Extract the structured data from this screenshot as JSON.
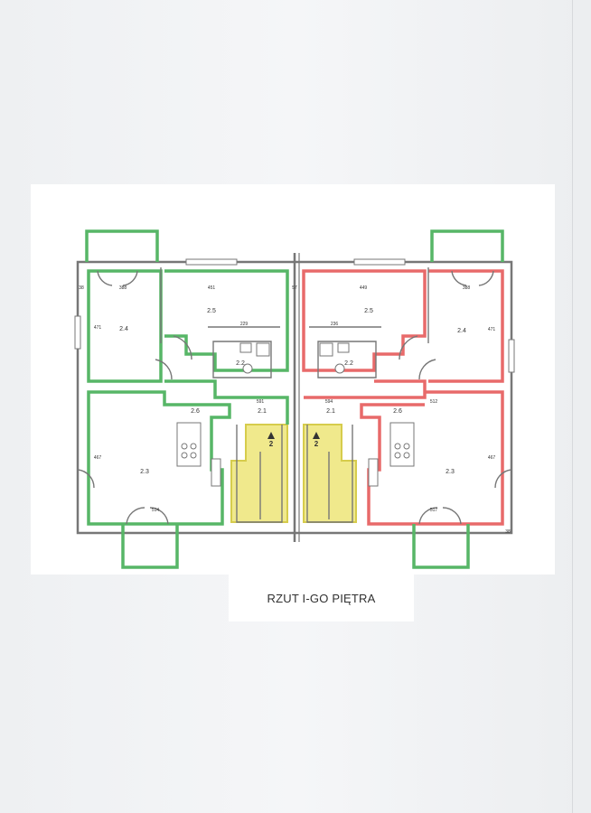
{
  "caption": "RZUT I-GO PIĘTRA",
  "colors": {
    "green": "#57b667",
    "red": "#e86a6a",
    "yellow": "#f0e98c",
    "wall": "#777777"
  },
  "rooms": {
    "left": {
      "r24": "2.4",
      "r25": "2.5",
      "r22": "2.2",
      "r26": "2.6",
      "r21": "2.1",
      "r23": "2.3"
    },
    "right": {
      "r24": "2.4",
      "r25": "2.5",
      "r22": "2.2",
      "r26": "2.6",
      "r21": "2.1",
      "r23": "2.3"
    }
  },
  "stair_label": "2",
  "dimensions": {
    "left_top_a": "388",
    "left_top_b": "451",
    "left_mid": "229",
    "left_bath": "591",
    "left_bot": "514",
    "left_side_a": "471",
    "left_side_b": "467",
    "center_top": "57",
    "right_top_a": "449",
    "right_top_b": "388",
    "right_mid": "236",
    "right_bath": "594",
    "right_mid_b": "512",
    "right_bot": "517",
    "right_side_a": "471",
    "right_side_b": "467",
    "edge_left": "38",
    "edge_right": "38"
  }
}
